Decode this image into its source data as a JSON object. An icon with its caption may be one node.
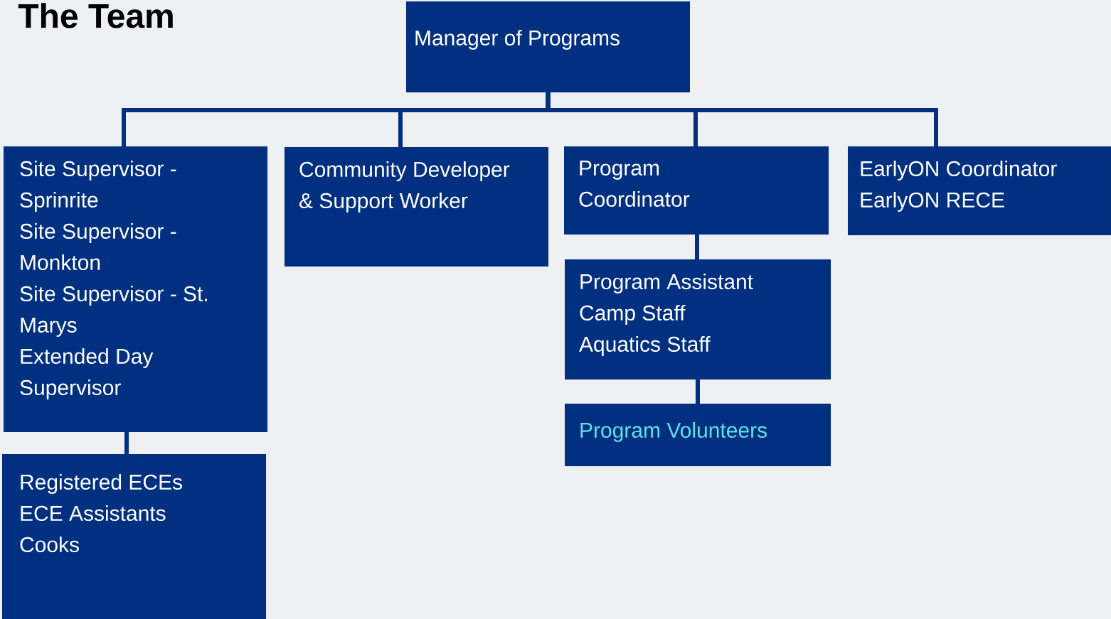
{
  "diagram": {
    "title": "The Team",
    "nodes": [
      {
        "text": [
          "Manager of Programs"
        ]
      },
      {
        "text": [
          "Site Supervisor - Sprinrite",
          "Site Supervisor - Monkton",
          "Site Supervisor - St. Marys",
          "Extended Day Supervisor"
        ]
      },
      {
        "text": [
          "Community Developer & Support Worker"
        ]
      },
      {
        "text": [
          "Program Coordinator"
        ]
      },
      {
        "text": [
          "EarlyON Coordinator",
          "EarlyON RECE"
        ]
      },
      {
        "text": [
          "Registered ECEs",
          "ECE Assistants",
          "Cooks"
        ]
      },
      {
        "text": [
          "Program Assistant",
          "Camp Staff",
          "Aquatics Staff"
        ]
      },
      {
        "text": [
          "Program Volunteers"
        ]
      }
    ],
    "edges": [
      {
        "from": 0,
        "to": 1,
        "arrow": "none"
      },
      {
        "from": 0,
        "to": 2,
        "arrow": "none"
      },
      {
        "from": 0,
        "to": 3,
        "arrow": "none"
      },
      {
        "from": 0,
        "to": 4,
        "arrow": "none"
      },
      {
        "from": 1,
        "to": 5,
        "arrow": "none"
      },
      {
        "from": 3,
        "to": 6,
        "arrow": "none"
      },
      {
        "from": 6,
        "to": 7,
        "arrow": "none"
      }
    ]
  }
}
